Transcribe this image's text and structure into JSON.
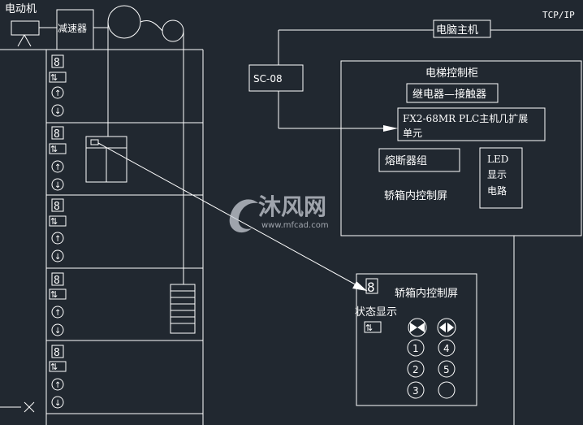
{
  "labels": {
    "motor": "电动机",
    "reducer": "减速器",
    "tcpip": "TCP/IP",
    "pc_host": "电脑主机",
    "sc08": "SC-08",
    "cabinet_title": "电梯控制柜",
    "relay": "继电器—接触器",
    "plc_line1": "FX2-68MR PLC主机几扩展",
    "plc_line2": "单元",
    "fuse": "熔断器组",
    "led_line1": "LED",
    "led_line2": "显示",
    "led_line3": "电路",
    "car_panel_in_cabinet": "轿箱内控制屏",
    "car_panel_title": "轿箱内控制屏",
    "status_display": "状态显示"
  },
  "floor_panel": {
    "digit": "8",
    "up_down_glyph": "⇅",
    "up_glyph": "↑",
    "down_glyph": "↓"
  },
  "car_panel": {
    "digit": "8",
    "buttons": [
      "1",
      "2",
      "3",
      "4",
      "5"
    ]
  },
  "watermark": {
    "brand": "沐风网",
    "url": "www.mfcad.com"
  },
  "colors": {
    "background": "#212830",
    "line": "#ffffff",
    "watermark": "#c9ced6"
  }
}
